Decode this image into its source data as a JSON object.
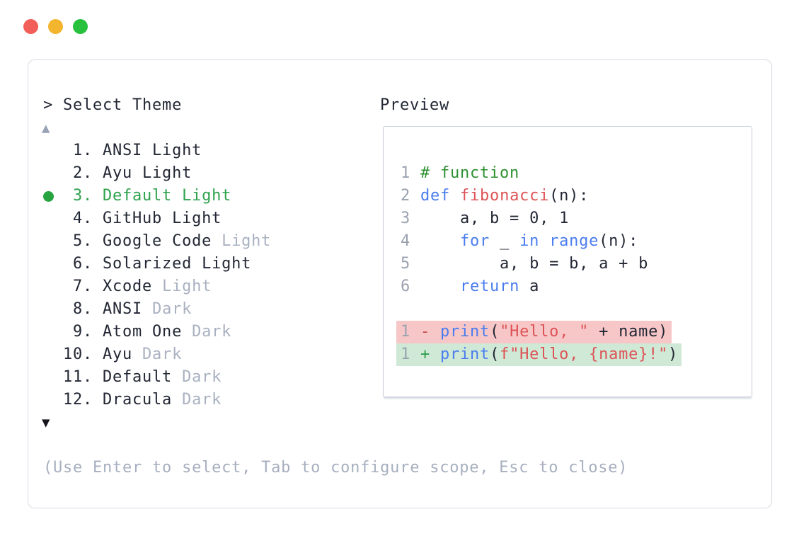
{
  "colors": {
    "c-text": "#222734",
    "c-dim": "#a9b1c1",
    "c-hint": "#a7afbf",
    "c-green-sel": "#2fa24e",
    "c-dot": "#27a440",
    "c-kw": "#4a7cee",
    "c-red": "#dd5356",
    "c-com": "#2e9131",
    "c-ln": "#9aa2b0",
    "c-minus": "#bf4f4c",
    "c-plus": "#2f9e4e",
    "c-up": "#97a2b5",
    "c-down": "#16161f",
    "bg-removed": "#f7c7c8",
    "bg-added": "#cfe9d6",
    "tl-red": "#f25f58",
    "tl-yellow": "#f4b52e",
    "tl-green": "#28c13e"
  },
  "window": {
    "buttons": [
      {
        "name": "close"
      },
      {
        "name": "minimize"
      },
      {
        "name": "zoom"
      }
    ]
  },
  "dialog": {
    "prompt": "> Select Theme",
    "scroll_up": "▲",
    "scroll_down": "▼",
    "hint": "(Use Enter to select, Tab to configure scope, Esc to close)",
    "themes": [
      {
        "num": " 1.",
        "main": "ANSI Light",
        "dim": "",
        "selected": false
      },
      {
        "num": " 2.",
        "main": "Ayu Light",
        "dim": "",
        "selected": false
      },
      {
        "num": " 3.",
        "main": "Default Light",
        "dim": "",
        "selected": true
      },
      {
        "num": " 4.",
        "main": "GitHub Light",
        "dim": "",
        "selected": false
      },
      {
        "num": " 5.",
        "main": "Google Code",
        "dim": "Light",
        "selected": false
      },
      {
        "num": " 6.",
        "main": "Solarized Light",
        "dim": "",
        "selected": false
      },
      {
        "num": " 7.",
        "main": "Xcode",
        "dim": "Light",
        "selected": false
      },
      {
        "num": " 8.",
        "main": "ANSI",
        "dim": "Dark",
        "selected": false
      },
      {
        "num": " 9.",
        "main": "Atom One",
        "dim": "Dark",
        "selected": false
      },
      {
        "num": "10.",
        "main": "Ayu",
        "dim": "Dark",
        "selected": false
      },
      {
        "num": "11.",
        "main": "Default",
        "dim": "Dark",
        "selected": false
      },
      {
        "num": "12.",
        "main": "Dracula",
        "dim": "Dark",
        "selected": false
      }
    ]
  },
  "preview": {
    "label": "Preview",
    "code_lines": [
      {
        "num": "1",
        "tokens": [
          [
            "# function",
            "com"
          ]
        ]
      },
      {
        "num": "2",
        "tokens": [
          [
            "def ",
            "kw"
          ],
          [
            "fibonacci",
            "red"
          ],
          [
            "(n):",
            "pl"
          ]
        ]
      },
      {
        "num": "3",
        "tokens": [
          [
            "    a, b = 0, 1",
            "pl"
          ]
        ]
      },
      {
        "num": "4",
        "tokens": [
          [
            "    ",
            "pl"
          ],
          [
            "for",
            "kw"
          ],
          [
            " _ ",
            "pl"
          ],
          [
            "in",
            "kw"
          ],
          [
            " ",
            "pl"
          ],
          [
            "range",
            "kw"
          ],
          [
            "(n):",
            "pl"
          ]
        ]
      },
      {
        "num": "5",
        "tokens": [
          [
            "        a, b = b, a + b",
            "pl"
          ]
        ]
      },
      {
        "num": "6",
        "tokens": [
          [
            "    ",
            "pl"
          ],
          [
            "return",
            "kw"
          ],
          [
            " a",
            "pl"
          ]
        ]
      },
      {
        "num": "",
        "tokens": []
      },
      {
        "num": "1",
        "diff": "removed",
        "sign": "-",
        "tokens": [
          [
            "print",
            "kw"
          ],
          [
            "(",
            "pl"
          ],
          [
            "\"Hello, \"",
            "red"
          ],
          [
            " + name)",
            "pl"
          ]
        ]
      },
      {
        "num": "1",
        "diff": "added",
        "sign": "+",
        "tokens": [
          [
            "print",
            "kw"
          ],
          [
            "(",
            "pl"
          ],
          [
            "f\"Hello, {name}!\"",
            "red"
          ],
          [
            ")",
            "pl"
          ]
        ]
      }
    ]
  }
}
